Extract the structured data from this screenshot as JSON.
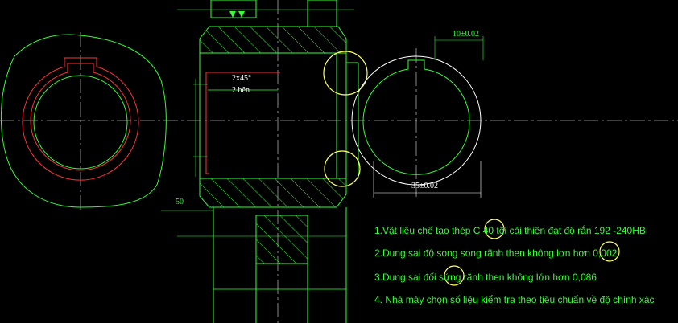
{
  "colors": {
    "background": "#000000",
    "outline": "#33ff33",
    "centerline": "#aaaaaa",
    "chamfer": "#ff3333",
    "highlight": "#ffff66",
    "white": "#ffffff"
  },
  "dimensions": {
    "keyway_width": "10±0.02",
    "chamfer": "2x45°",
    "chamfer_sides": "2 bên",
    "bore_depth": "35±0.02",
    "left_offset": "50"
  },
  "notes": [
    "1.Vật liệu chế tạo thép C 40 tôi cải thiện đạt độ rắn 192 -240HB",
    "2.Dung sai độ song song rãnh then không lơn hơn 0,002",
    "3.Dung sai đối sứng rãnh then không lớn hơn 0,086",
    "4. Nhà máy chọn số liệu kiểm tra theo tiêu chuẩn về độ chính xác"
  ]
}
